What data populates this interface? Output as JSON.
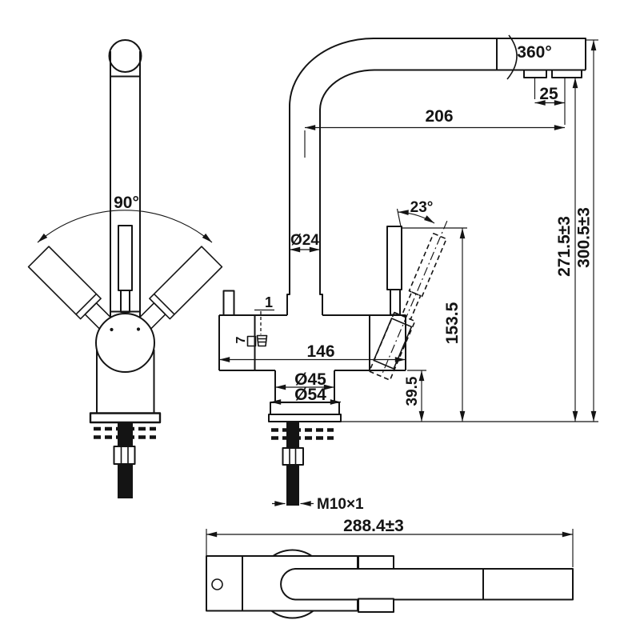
{
  "drawing": {
    "type": "technical-drawing",
    "subject": "kitchen mixer faucet dimensional drawing",
    "background": "#ffffff",
    "line_color": "#141414",
    "views": {
      "side_view": "side view with handle swing",
      "front_view": "front view with dimensions",
      "top_view": "top plan view"
    },
    "dims": {
      "handle_swing_angle": "90°",
      "spout_rotation": "360°",
      "aerator_spacing": "25",
      "spout_reach": "206",
      "spout_pipe_diameter": "Ø24",
      "lever_tilt_angle": "23°",
      "height_to_outlet": "271.5±3",
      "overall_height": "300.5±3",
      "lever_top_height": "153.5",
      "setscrew_offset": "1",
      "setscrew_depth": "7",
      "body_length": "146",
      "neck_diameter": "Ø45",
      "base_diameter": "Ø54",
      "body_height": "39.5",
      "thread_size": "M10×1",
      "overall_length": "288.4±3"
    }
  }
}
